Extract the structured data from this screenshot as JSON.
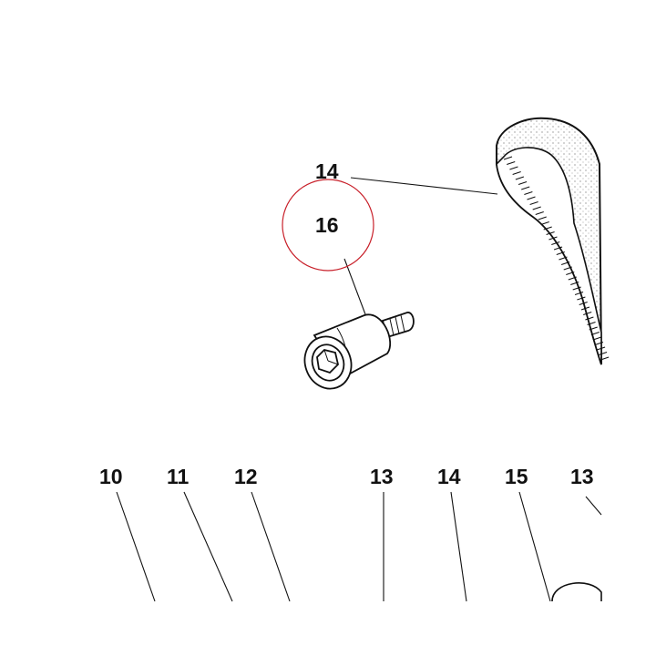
{
  "callouts": {
    "belt": "14",
    "roller": "16",
    "row": [
      "10",
      "11",
      "12",
      "13",
      "14",
      "15",
      "13"
    ]
  },
  "colors": {
    "ink": "#111111",
    "highlight_circle": "#c8202a"
  }
}
